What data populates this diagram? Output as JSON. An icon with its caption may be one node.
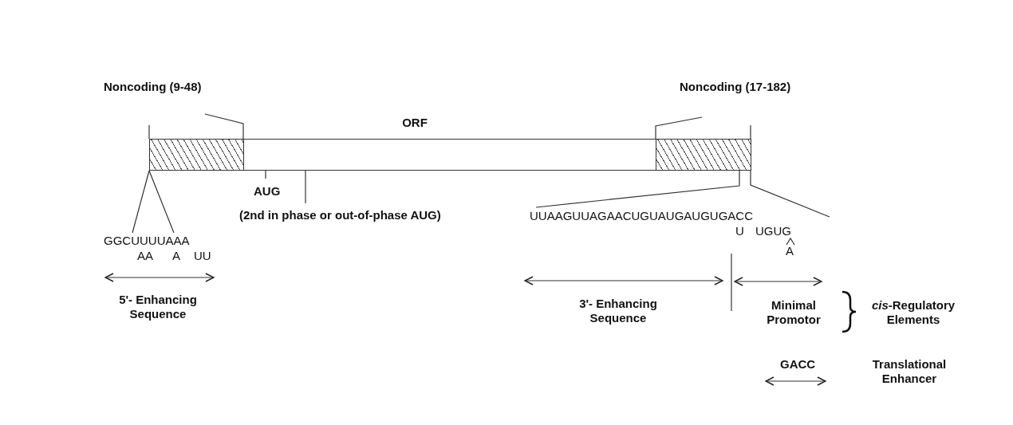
{
  "diagram": {
    "nodes": [
      {
        "text": [
          "Noncoding (9-48)"
        ]
      },
      {
        "text": [
          "ORF"
        ]
      },
      {
        "text": [
          "Noncoding (17-182)"
        ]
      }
    ],
    "labels": [
      "AUG",
      "(2nd in phase or out-of-phase AUG)",
      "GGCUUUUAAA",
      "AA",
      "A",
      "UU",
      "5'- Enhancing Sequence",
      "UUAAGUUAGAACUGUAUGAUGUGACC",
      "U",
      "UGUG",
      "A",
      "3'- Enhancing Sequence",
      "Minimal Promotor",
      "*cis*-Regulatory Elements",
      "GACC",
      "Translational Enhancer"
    ]
  }
}
